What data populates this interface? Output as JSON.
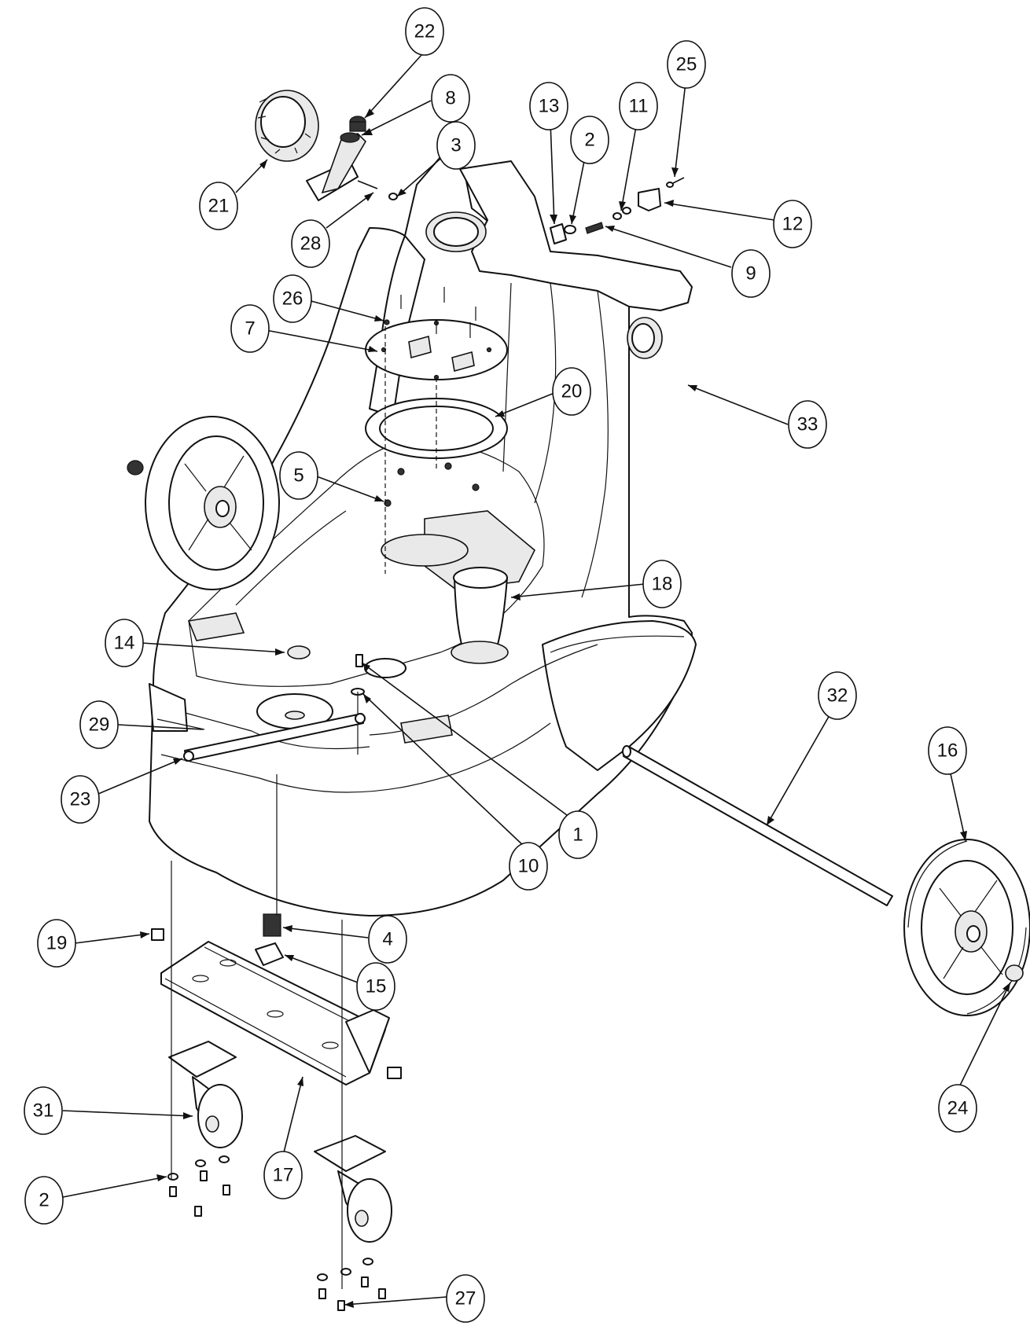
{
  "callouts": [
    {
      "id": "c22",
      "label": "22"
    },
    {
      "id": "c8",
      "label": "8"
    },
    {
      "id": "c3",
      "label": "3"
    },
    {
      "id": "c21",
      "label": "21"
    },
    {
      "id": "c28",
      "label": "28"
    },
    {
      "id": "c13",
      "label": "13"
    },
    {
      "id": "c2a",
      "label": "2"
    },
    {
      "id": "c11",
      "label": "11"
    },
    {
      "id": "c25",
      "label": "25"
    },
    {
      "id": "c12",
      "label": "12"
    },
    {
      "id": "c9",
      "label": "9"
    },
    {
      "id": "c26",
      "label": "26"
    },
    {
      "id": "c7",
      "label": "7"
    },
    {
      "id": "c20",
      "label": "20"
    },
    {
      "id": "c33",
      "label": "33"
    },
    {
      "id": "c5",
      "label": "5"
    },
    {
      "id": "c18",
      "label": "18"
    },
    {
      "id": "c14",
      "label": "14"
    },
    {
      "id": "c29",
      "label": "29"
    },
    {
      "id": "c23",
      "label": "23"
    },
    {
      "id": "c10",
      "label": "10"
    },
    {
      "id": "c1",
      "label": "1"
    },
    {
      "id": "c32",
      "label": "32"
    },
    {
      "id": "c16",
      "label": "16"
    },
    {
      "id": "c19",
      "label": "19"
    },
    {
      "id": "c4",
      "label": "4"
    },
    {
      "id": "c15",
      "label": "15"
    },
    {
      "id": "c24",
      "label": "24"
    },
    {
      "id": "c31",
      "label": "31"
    },
    {
      "id": "c17",
      "label": "17"
    },
    {
      "id": "c2b",
      "label": "2"
    },
    {
      "id": "c27",
      "label": "27"
    }
  ]
}
